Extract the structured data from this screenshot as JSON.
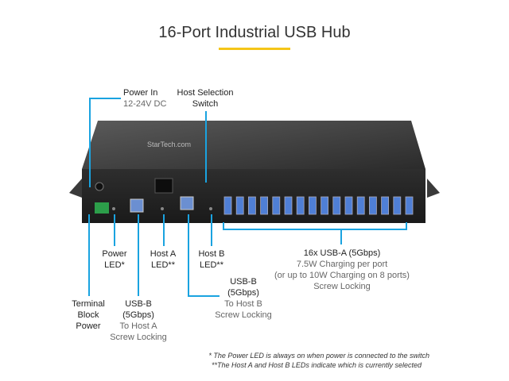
{
  "title": "16-Port Industrial USB Hub",
  "brand": "StarTech.com",
  "callouts": {
    "power_in": {
      "title": "Power In",
      "sub": "12-24V DC"
    },
    "host_select": {
      "line1": "Host Selection",
      "line2": "Switch"
    },
    "power_led": {
      "line1": "Power",
      "line2": "LED*"
    },
    "host_a_led": {
      "line1": "Host A",
      "line2": "LED**"
    },
    "host_b_led": {
      "line1": "Host B",
      "line2": "LED**"
    },
    "usb_a": {
      "title": "16x USB-A (5Gbps)",
      "sub1": "7.5W Charging per port",
      "sub2": "(or up to 10W Charging on 8 ports)",
      "sub3": "Screw Locking"
    },
    "usb_b_center": {
      "line1": "USB-B",
      "line2": "(5Gbps)",
      "sub1": "To Host B",
      "sub2": "Screw Locking"
    },
    "terminal": {
      "line1": "Terminal",
      "line2": "Block",
      "line3": "Power"
    },
    "usb_b_left": {
      "line1": "USB-B",
      "line2": "(5Gbps)",
      "sub1": "To Host A",
      "sub2": "Screw Locking"
    }
  },
  "notes": {
    "n1": "* The Power LED is always on when power is connected to the switch",
    "n2": "**The Host A and Host B LEDs indicate which is currently selected"
  },
  "port_count": 16
}
